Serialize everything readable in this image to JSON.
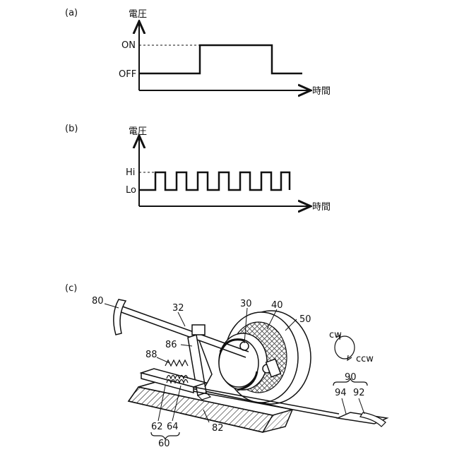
{
  "panel_a": {
    "label": "(a)",
    "y_axis": "電圧",
    "x_axis": "時間",
    "levels": {
      "high": "ON",
      "low": "OFF"
    }
  },
  "panel_b": {
    "label": "(b)",
    "y_axis": "電圧",
    "x_axis": "時間",
    "levels": {
      "high": "Hi",
      "low": "Lo"
    }
  },
  "panel_c": {
    "label": "(c)",
    "refs": {
      "r80": "80",
      "r32": "32",
      "r30": "30",
      "r40": "40",
      "r50": "50",
      "r86": "86",
      "r88": "88",
      "r62": "62",
      "r64": "64",
      "r60": "60",
      "r82": "82",
      "r90": "90",
      "r94": "94",
      "r92": "92",
      "cw": "cw",
      "ccw": "ccw"
    }
  }
}
